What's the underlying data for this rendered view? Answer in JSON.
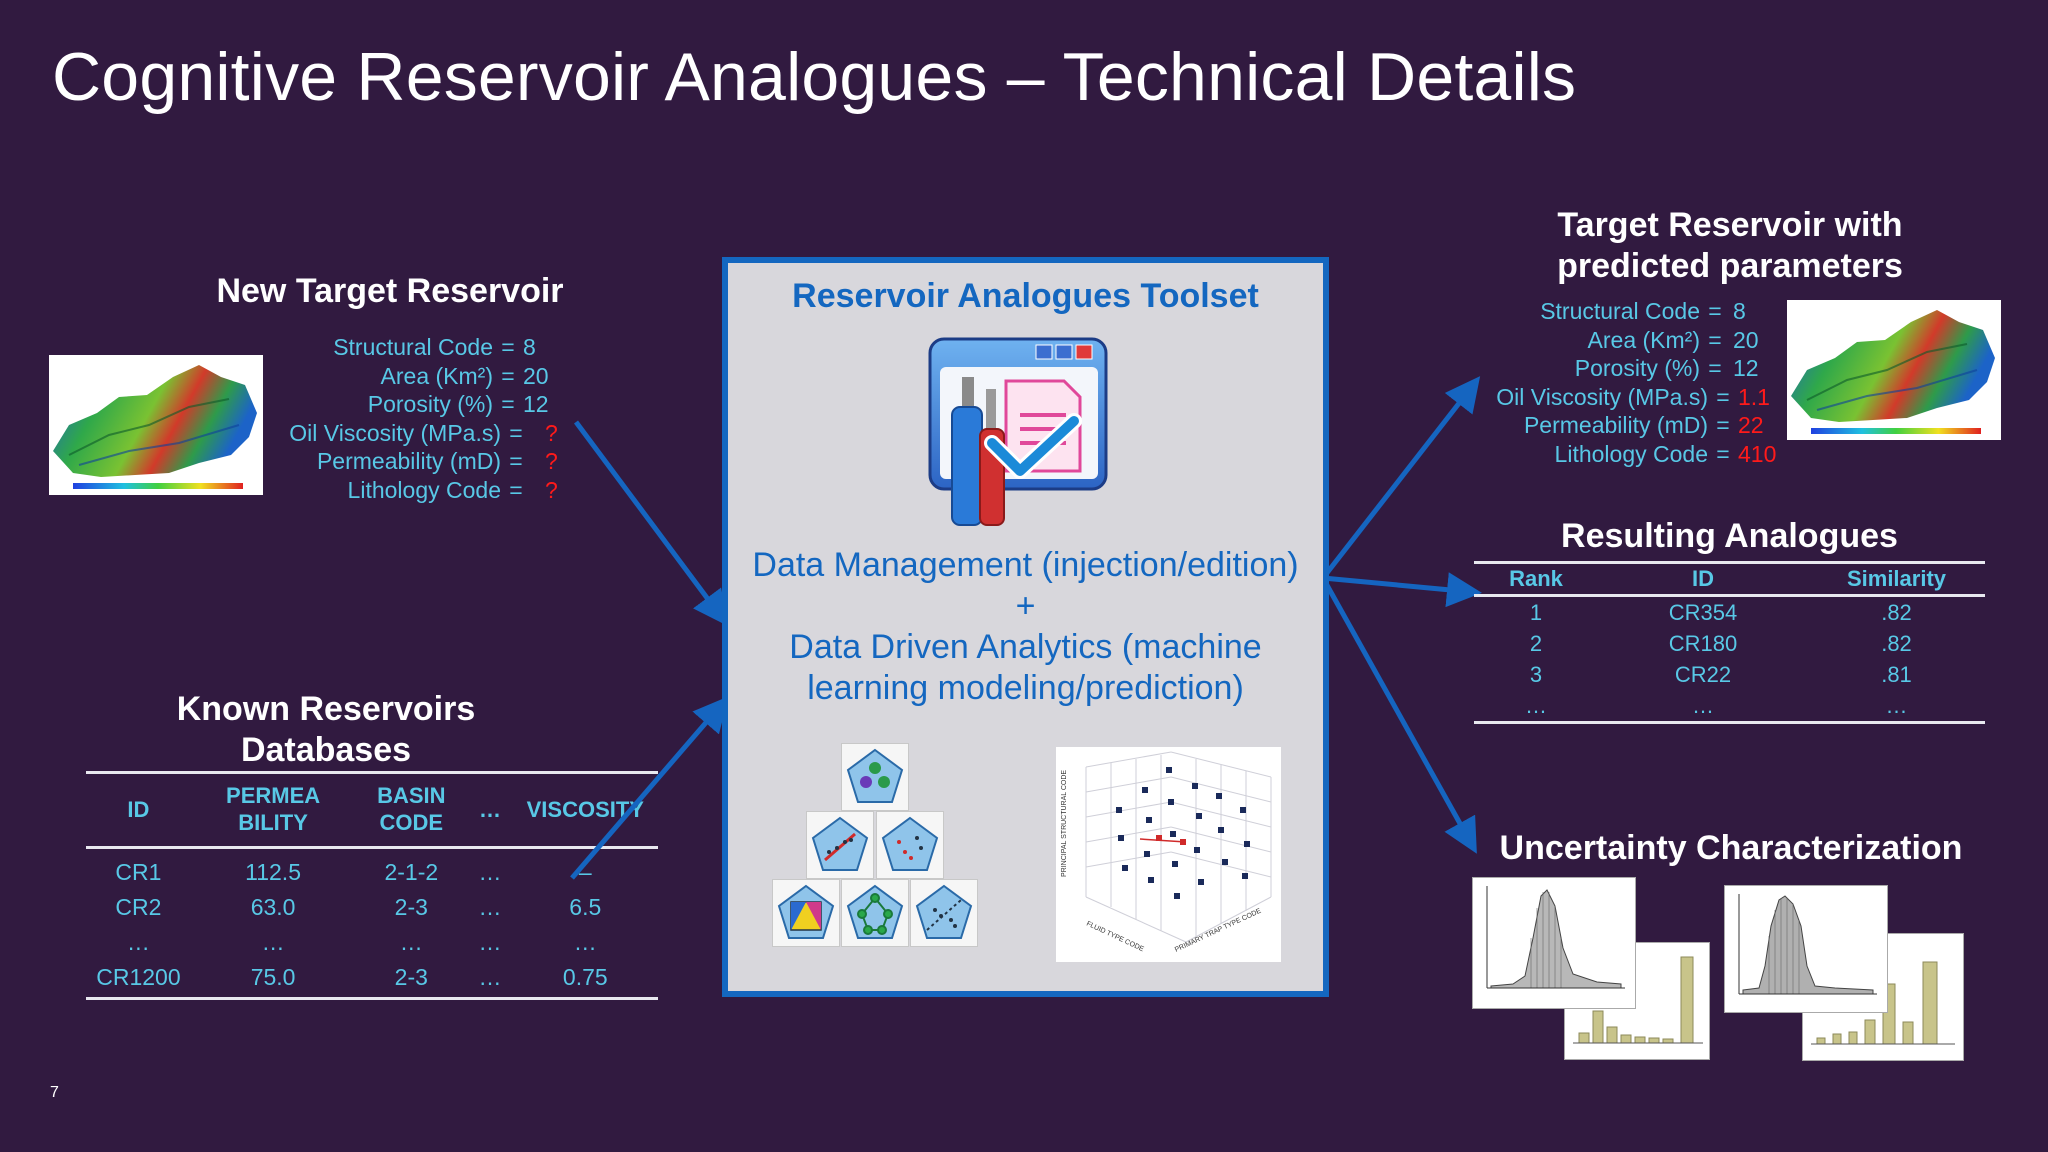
{
  "slide": {
    "title": "Cognitive Reservoir Analogues – Technical Details",
    "page_number": "7"
  },
  "new_target": {
    "heading": "New Target Reservoir",
    "params": [
      {
        "label": "Structural Code",
        "eq": "=",
        "value": "8",
        "value_color": "#58c8e6"
      },
      {
        "label": "Area (Km²)",
        "eq": "=",
        "value": "20",
        "value_color": "#58c8e6"
      },
      {
        "label": "Porosity (%)",
        "eq": "=",
        "value": "12",
        "value_color": "#58c8e6"
      },
      {
        "label": "Oil Viscosity (MPa.s)",
        "eq": "=",
        "value": "?",
        "value_color": "#ff1a1a"
      },
      {
        "label": "Permeability (mD)",
        "eq": "=",
        "value": "?",
        "value_color": "#ff1a1a"
      },
      {
        "label": "Lithology Code",
        "eq": "=",
        "value": "?",
        "value_color": "#ff1a1a"
      }
    ]
  },
  "known": {
    "heading_line1": "Known Reservoirs",
    "heading_line2": "Databases",
    "headers": [
      "ID",
      "PERMEA BILITY",
      "BASIN CODE",
      "…",
      "VISCOSITY"
    ],
    "rows": [
      [
        "CR1",
        "112.5",
        "2-1-2",
        "…",
        "–"
      ],
      [
        "CR2",
        "63.0",
        "2-3",
        "…",
        "6.5"
      ],
      [
        "…",
        "…",
        "…",
        "…",
        "…"
      ],
      [
        "CR1200",
        "75.0",
        "2-3",
        "…",
        "0.75"
      ]
    ]
  },
  "toolset": {
    "title": "Reservoir Analogues Toolset",
    "line1": "Data Management (injection/edition)",
    "plus": "+",
    "line2": "Data Driven Analytics (machine",
    "line3": "learning modeling/prediction)"
  },
  "target_predicted": {
    "heading_line1": "Target Reservoir with",
    "heading_line2": "predicted parameters",
    "params": [
      {
        "label": "Structural Code",
        "eq": "=",
        "value": "8",
        "value_color": "#58c8e6"
      },
      {
        "label": "Area (Km²)",
        "eq": "=",
        "value": "20",
        "value_color": "#58c8e6"
      },
      {
        "label": "Porosity (%)",
        "eq": "=",
        "value": "12",
        "value_color": "#58c8e6"
      },
      {
        "label": "Oil Viscosity (MPa.s)",
        "eq": "=",
        "value": "1.1",
        "value_color": "#ff1a1a"
      },
      {
        "label": "Permeability (mD)",
        "eq": "=",
        "value": "22",
        "value_color": "#ff1a1a"
      },
      {
        "label": "Lithology Code",
        "eq": "=",
        "value": "410",
        "value_color": "#ff1a1a"
      }
    ]
  },
  "analogues": {
    "heading": "Resulting Analogues",
    "headers": [
      "Rank",
      "ID",
      "Similarity"
    ],
    "rows": [
      [
        "1",
        "CR354",
        ".82"
      ],
      [
        "2",
        "CR180",
        ".82"
      ],
      [
        "3",
        "CR22",
        ".81"
      ],
      [
        "…",
        "…",
        "…"
      ]
    ]
  },
  "uncertainty": {
    "heading": "Uncertainty Characterization"
  },
  "colors": {
    "background": "#311a40",
    "accent_text": "#58c8e6",
    "toolset_blue": "#1467c0",
    "predicted_red": "#ff1a1a",
    "arrow_blue": "#1565c0"
  }
}
